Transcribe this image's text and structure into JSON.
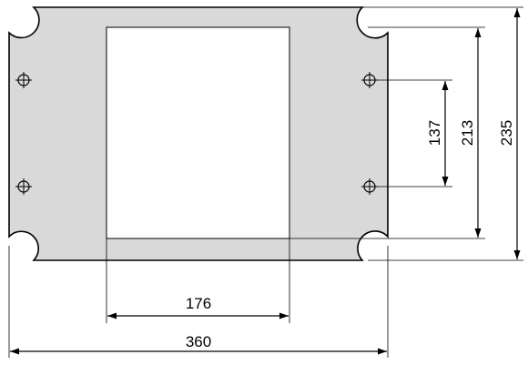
{
  "dimensions": {
    "opening_width": "176",
    "total_width": "360",
    "hole_spacing": "137",
    "inner_height": "213",
    "total_height": "235"
  },
  "colors": {
    "plate_fill": "#d9d9d9",
    "opening_fill": "#ffffff",
    "line": "#000000"
  }
}
